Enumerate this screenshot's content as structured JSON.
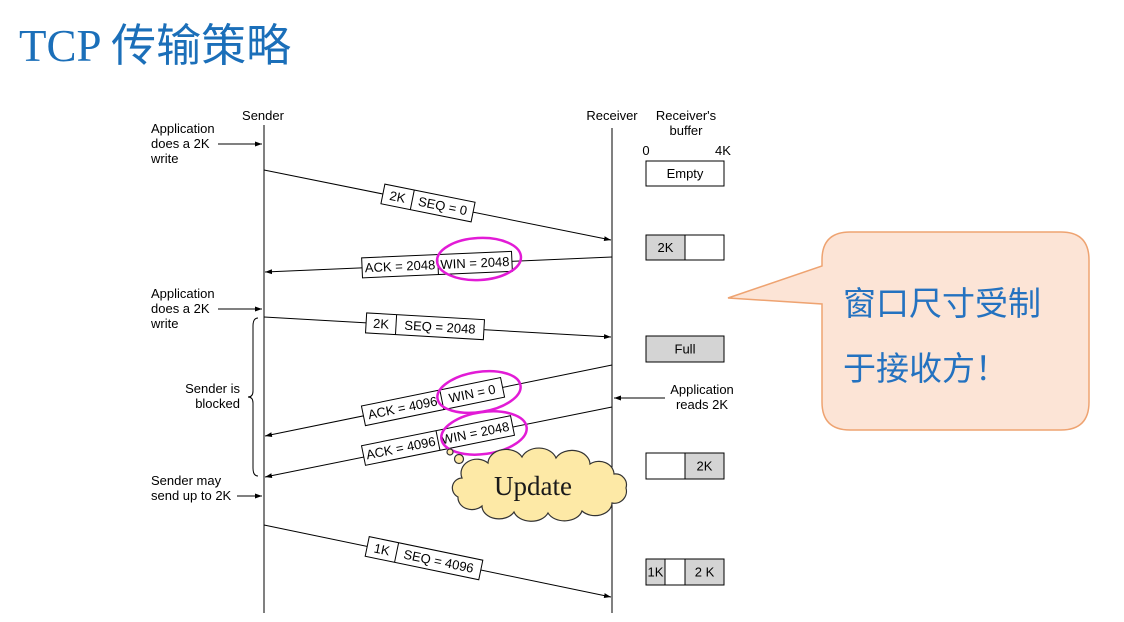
{
  "slide": {
    "title": "TCP 传输策略"
  },
  "diagram": {
    "sender_label": "Sender",
    "receiver_label": "Receiver",
    "buffer_label": [
      "Receiver's",
      "buffer"
    ],
    "buffer_scale": {
      "min": "0",
      "max": "4K"
    },
    "sender_notes": [
      [
        "Application",
        "does a 2K",
        "write"
      ],
      [
        "Application",
        "does a 2K",
        "write"
      ],
      [
        "Sender is",
        "blocked"
      ],
      [
        "Sender may",
        "send up to 2K"
      ]
    ],
    "receiver_note": [
      "Application",
      "reads 2K"
    ],
    "segments": [
      {
        "cells": [
          "2K",
          "SEQ = 0"
        ],
        "win_highlighted": false
      },
      {
        "cells": [
          "ACK = 2048",
          "WIN = 2048"
        ],
        "win_highlighted": true
      },
      {
        "cells": [
          "2K",
          "SEQ = 2048"
        ],
        "win_highlighted": false
      },
      {
        "cells": [
          "ACK = 4096",
          "WIN = 0"
        ],
        "win_highlighted": true
      },
      {
        "cells": [
          "ACK = 4096",
          "WIN = 2048"
        ],
        "win_highlighted": true
      },
      {
        "cells": [
          "1K",
          "SEQ = 4096"
        ],
        "win_highlighted": false
      }
    ],
    "buffer_states": [
      {
        "cells": [
          {
            "text": "Empty",
            "filled": false
          }
        ]
      },
      {
        "cells": [
          {
            "text": "2K",
            "filled": true
          },
          {
            "filled": false
          }
        ]
      },
      {
        "cells": [
          {
            "text": "Full",
            "filled": true
          }
        ]
      },
      {
        "cells": [
          {
            "filled": false
          },
          {
            "text": "2K",
            "filled": true
          }
        ]
      },
      {
        "cells": [
          {
            "text": "1K",
            "filled": true
          },
          {
            "filled": false
          },
          {
            "text": "2 K",
            "filled": true
          }
        ]
      }
    ],
    "update_cloud": "Update"
  },
  "callout": {
    "lines": [
      "窗口尺寸受制",
      "于接收方！"
    ]
  },
  "colors": {
    "title": "#1b6fb9",
    "callout_text": "#2472c0",
    "callout_fill": "#fce4d6",
    "callout_border": "#eea371",
    "highlight_ring": "#e21bd6",
    "cloud_fill": "#fde9a6",
    "buffer_filled": "#d4d4d4"
  }
}
